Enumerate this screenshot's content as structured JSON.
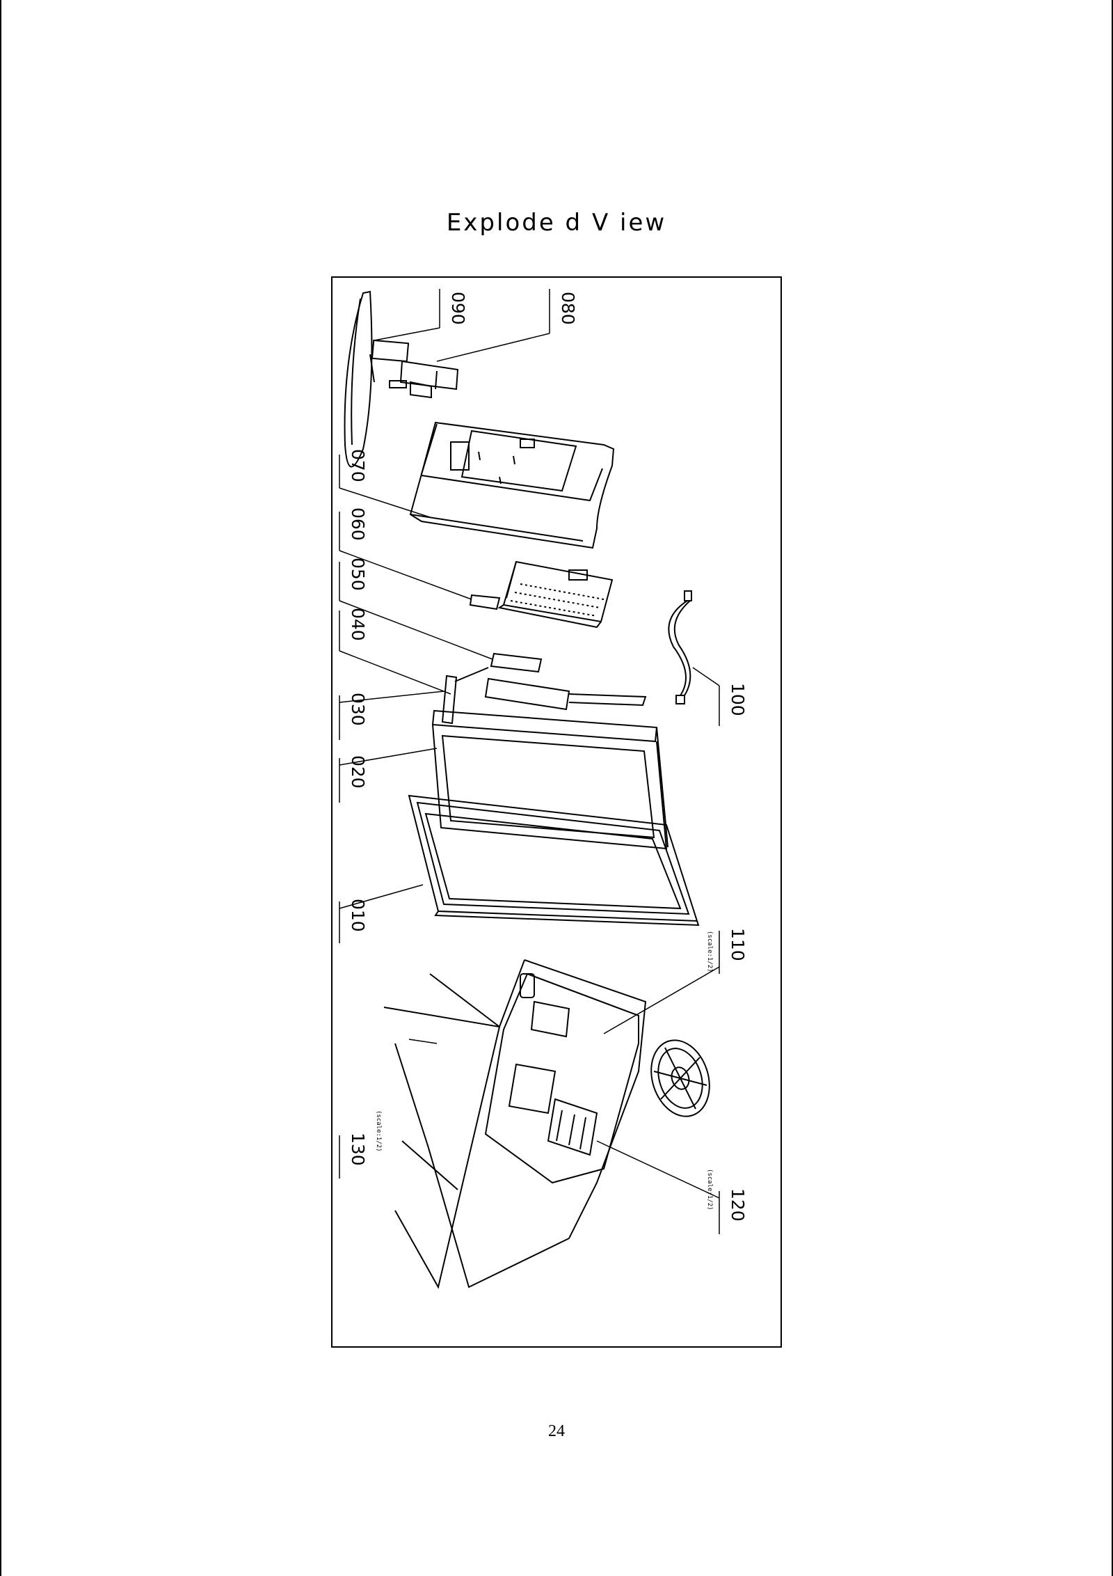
{
  "title": "Explode d V iew",
  "page_number": "24",
  "callouts": {
    "c090": "090",
    "c080": "080",
    "c070": "070",
    "c060": "060",
    "c050": "050",
    "c040": "040",
    "c030": "030",
    "c020": "020",
    "c010": "010",
    "c100": "100",
    "c110": "110",
    "c120": "120",
    "c130": "130"
  },
  "notes": {
    "n110": "(scale:1/2)",
    "n120": "(scale:1/2)",
    "n130": "(scale:1/2)"
  }
}
